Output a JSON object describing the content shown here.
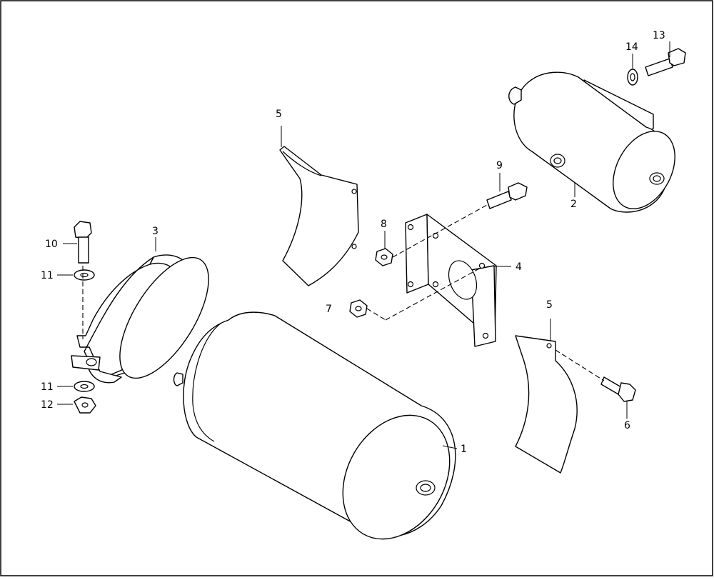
{
  "callouts": {
    "c1": "1",
    "c2": "2",
    "c3": "3",
    "c4": "4",
    "c5a": "5",
    "c5b": "5",
    "c6": "6",
    "c7": "7",
    "c8": "8",
    "c9": "9",
    "c10": "10",
    "c11a": "11",
    "c11b": "11",
    "c12": "12",
    "c13": "13",
    "c14": "14"
  }
}
